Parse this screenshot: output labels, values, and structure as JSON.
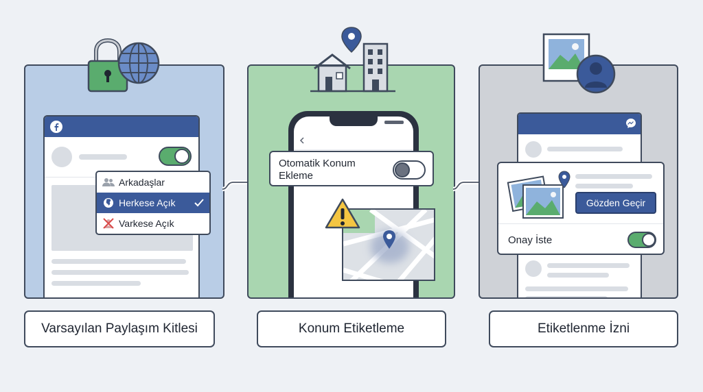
{
  "panel1": {
    "dropdown": {
      "items": [
        {
          "label": "Arkadaşlar",
          "icon": "friends-icon",
          "selected": false
        },
        {
          "label": "Herkese Açık",
          "icon": "globe-icon",
          "selected": true
        },
        {
          "label": "Varkese Açık",
          "icon": "blocked-icon",
          "selected": false
        }
      ]
    },
    "toggle_on": true,
    "caption": "Varsayılan Paylaşım Kitlesi"
  },
  "panel2": {
    "setting_label": "Otomatik Konum Ekleme",
    "toggle_on": false,
    "caption": "Konum Etiketleme"
  },
  "panel3": {
    "review_button": "Gözden Geçir",
    "approval_label": "Onay İste",
    "toggle_on": true,
    "caption": "Etiketlenme İzni"
  },
  "colors": {
    "panel1_bg": "#b9cde6",
    "panel2_bg": "#a9d6b0",
    "panel3_bg": "#cfd2d7",
    "facebook_blue": "#3b5a9a",
    "toggle_green": "#5aac6e",
    "warning_yellow": "#f4c542"
  }
}
